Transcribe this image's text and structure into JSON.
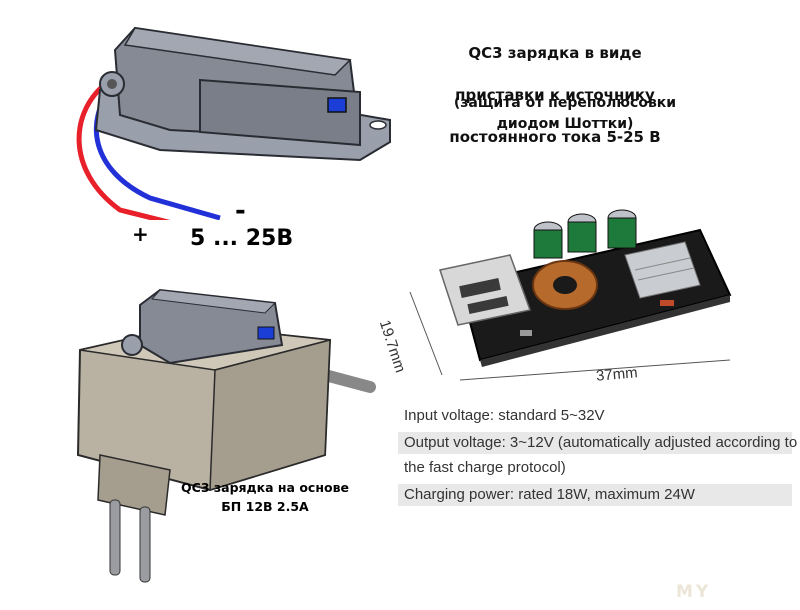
{
  "top_caption": {
    "line1": "QC3 зарядка в виде",
    "line2": "приставки к источнику",
    "line3": "постоянного тока 5-25 В",
    "note_line1": "(защита от переполюсовки",
    "note_line2": "диодом Шоттки)"
  },
  "wire_labels": {
    "plus": "+",
    "minus": "-",
    "voltage": "5 ... 25В"
  },
  "module": {
    "dim_height": "19.7mm",
    "dim_width": "37mm"
  },
  "specs": [
    "Input voltage: standard 5~32V",
    "Output voltage: 3~12V (automatically adjusted according to",
    "the fast charge protocol)",
    "Charging power: rated 18W, maximum 24W"
  ],
  "bottom_caption": {
    "line1": "QC3 зарядка на основе",
    "line2": "БП 12В 2.5А"
  },
  "watermark": "MY",
  "colors": {
    "wire_red": "#e8202a",
    "wire_blue": "#2230d8",
    "housing_grey": "#8c8f99",
    "adapter_beige": "#b9b2a2",
    "pcb_black": "#1a1a1a",
    "usb_blue": "#1b3fd6"
  }
}
